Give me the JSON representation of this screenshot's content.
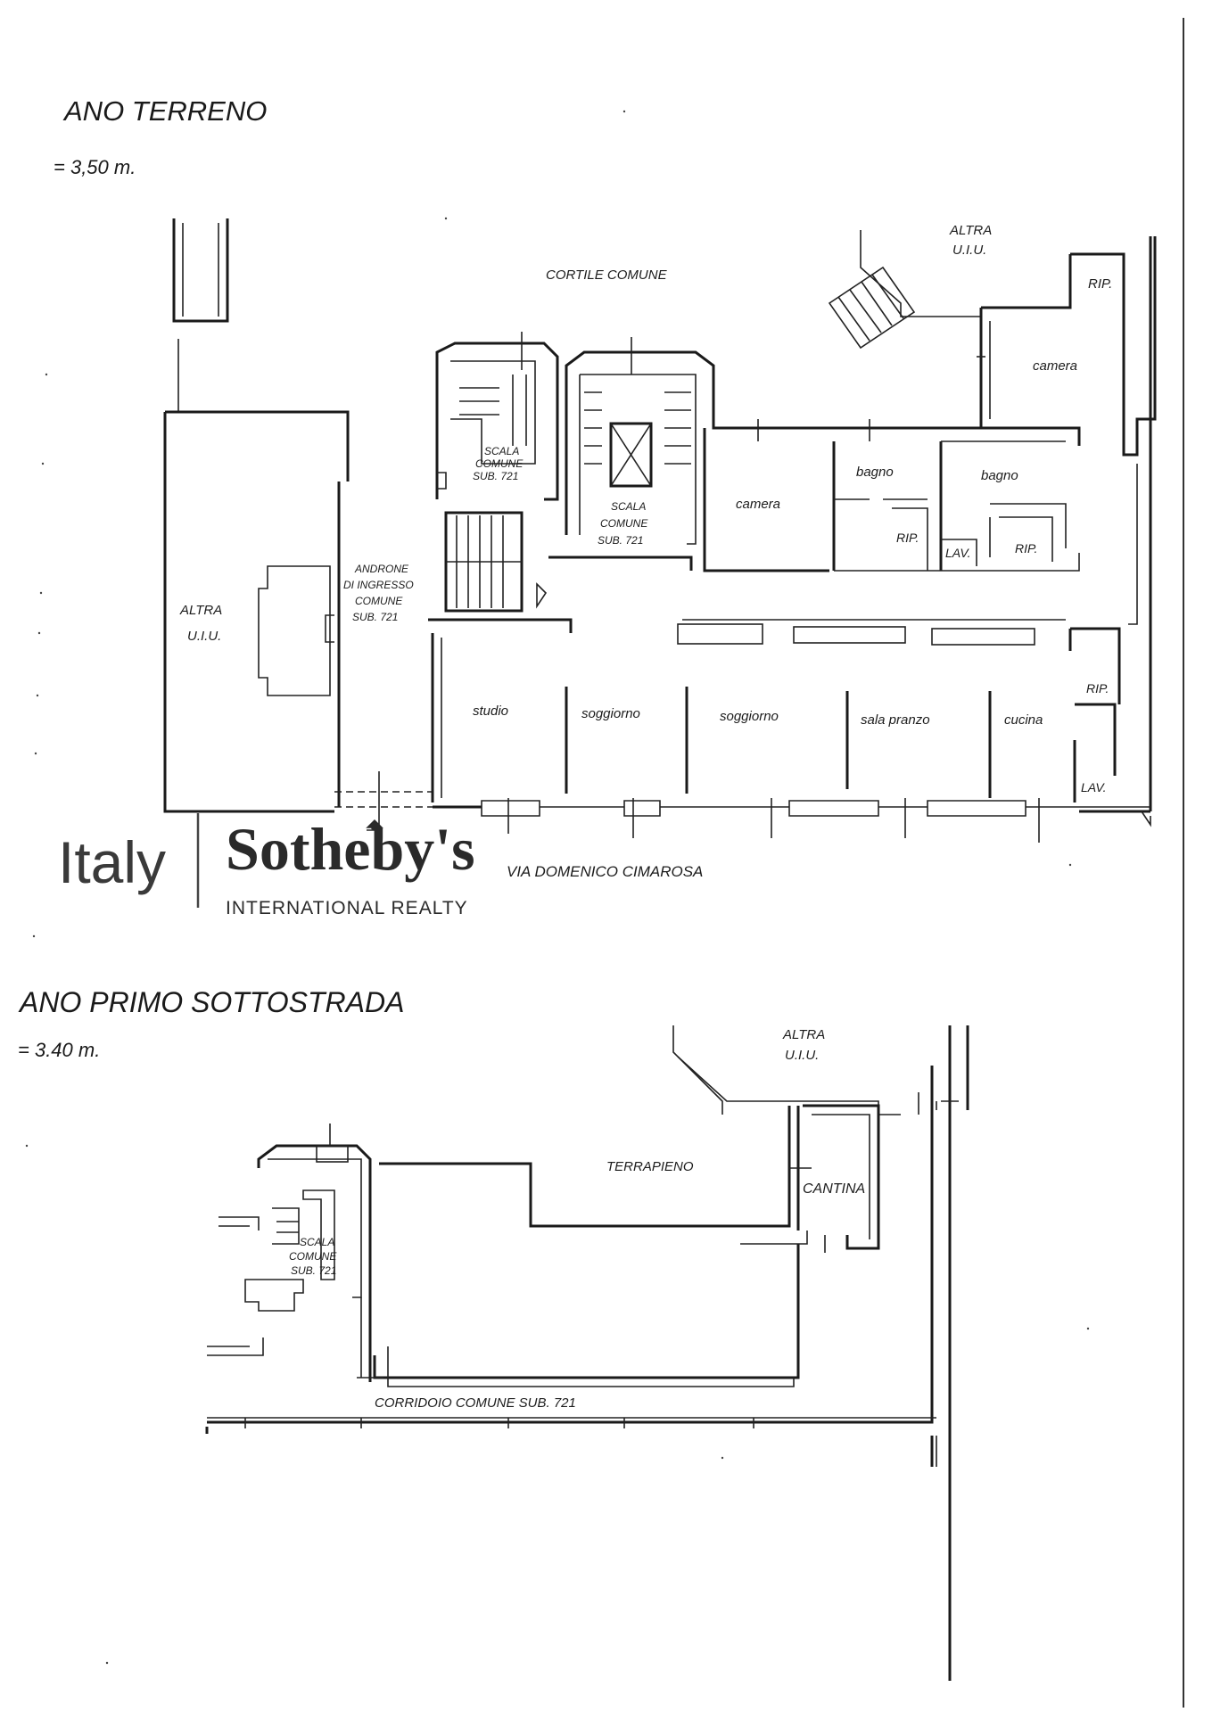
{
  "ground_floor": {
    "title": "ANO TERRENO",
    "height": "= 3,50 m.",
    "rooms": {
      "cortile": "CORTILE COMUNE",
      "altra_top_1": "ALTRA",
      "altra_top_2": "U.I.U.",
      "altra_left_1": "ALTRA",
      "altra_left_2": "U.I.U.",
      "rip_top": "RIP.",
      "camera_right": "camera",
      "scala1_1": "SCALA",
      "scala1_2": "COMUNE",
      "scala1_3": "SUB. 721",
      "scala2_1": "SCALA",
      "scala2_2": "COMUNE",
      "scala2_3": "SUB. 721",
      "camera": "camera",
      "bagno1": "bagno",
      "bagno2": "bagno",
      "rip1": "RIP.",
      "lav1": "LAV.",
      "rip2": "RIP.",
      "androne_1": "ANDRONE",
      "androne_2": "DI INGRESSO",
      "androne_3": "COMUNE",
      "androne_4": "SUB. 721",
      "rip3": "RIP.",
      "studio": "studio",
      "soggiorno1": "soggiorno",
      "soggiorno2": "soggiorno",
      "sala_pranzo": "sala pranzo",
      "cucina": "cucina",
      "lav2": "LAV.",
      "street": "VIA DOMENICO CIMAROSA"
    }
  },
  "logo": {
    "italy": "Italy",
    "sothebys": "Sotheby's",
    "realty": "INTERNATIONAL REALTY"
  },
  "basement": {
    "title": "ANO PRIMO SOTTOSTRADA",
    "height": "= 3.40 m.",
    "rooms": {
      "altra_1": "ALTRA",
      "altra_2": "U.I.U.",
      "terrapieno": "TERRAPIENO",
      "cantina": "CANTINA",
      "scala_1": "SCALA",
      "scala_2": "COMUNE",
      "scala_3": "SUB. 721",
      "corridoio": "CORRIDOIO COMUNE SUB. 721"
    }
  }
}
